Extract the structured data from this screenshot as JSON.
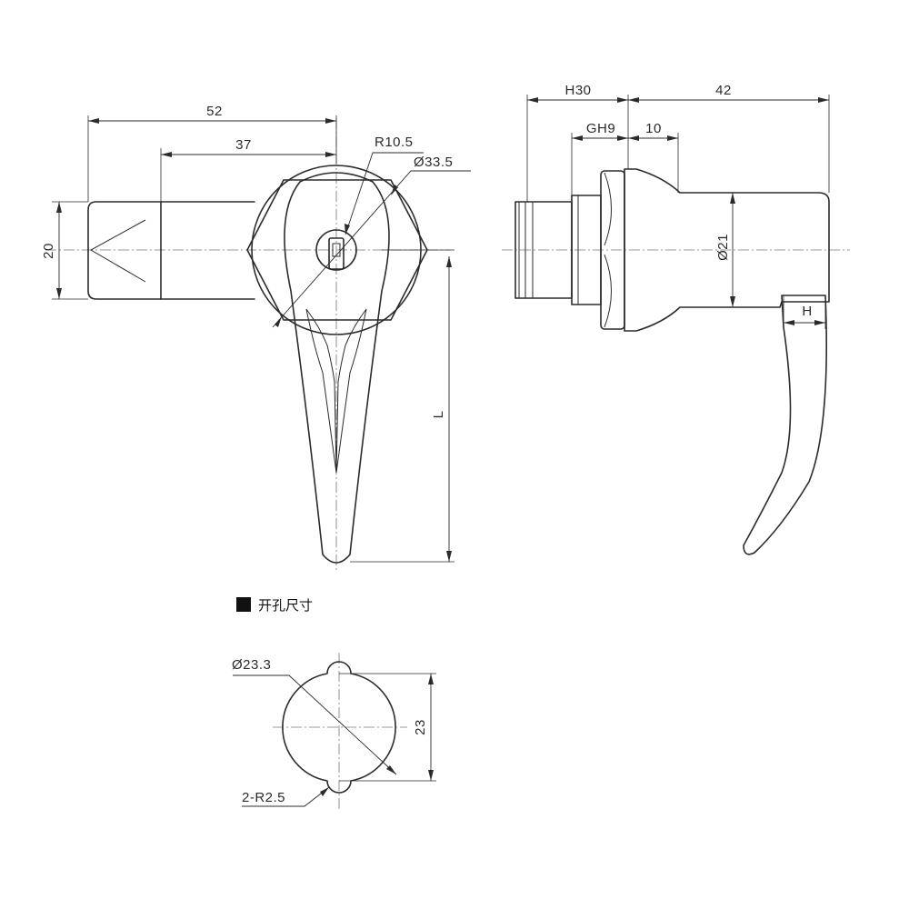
{
  "front_view": {
    "dim_overall_width": "52",
    "dim_body_width": "37",
    "dim_height": "20",
    "dim_cam_radius": "R10.5",
    "dim_nut_diameter": "Ø33.5",
    "dim_handle_length": "L"
  },
  "side_view": {
    "dim_depth_h": "H30",
    "dim_handle_depth": "42",
    "dim_thread": "GH9",
    "dim_collar": "10",
    "dim_body_diameter": "Ø21",
    "dim_handle_offset": "H"
  },
  "cutout": {
    "title": "开孔尺寸",
    "dim_diameter": "Ø23.3",
    "dim_height": "23",
    "dim_notch_radius": "2-R2.5"
  }
}
